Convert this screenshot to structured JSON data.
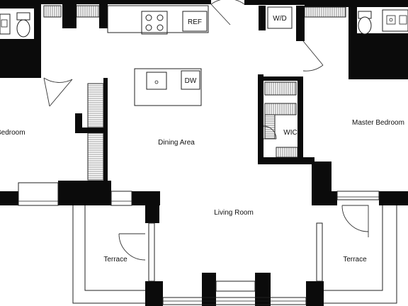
{
  "rooms": {
    "bedroom_left": "Bedroom",
    "dining_area": "Dining Area",
    "living_room": "Living Room",
    "master_bedroom": "Master Bedroom",
    "wic": "WIC",
    "terrace_left": "Terrace",
    "terrace_right": "Terrace"
  },
  "fixtures": {
    "refrigerator": "REF",
    "washer_dryer": "W/D",
    "dishwasher": "DW"
  },
  "colors": {
    "wall": "#0b0b0b",
    "line": "#222222",
    "background": "#ffffff"
  }
}
